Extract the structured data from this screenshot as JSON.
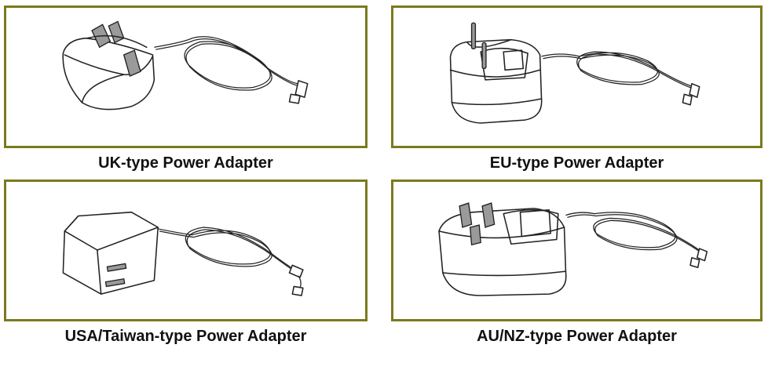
{
  "panels": [
    {
      "id": "uk",
      "caption": "UK-type Power Adapter",
      "icon": "uk-plug-adapter-icon"
    },
    {
      "id": "eu",
      "caption": "EU-type Power Adapter",
      "icon": "eu-plug-adapter-icon"
    },
    {
      "id": "us",
      "caption": "USA/Taiwan-type Power Adapter",
      "icon": "us-plug-adapter-icon"
    },
    {
      "id": "au",
      "caption": "AU/NZ-type Power Adapter",
      "icon": "au-plug-adapter-icon"
    }
  ],
  "colors": {
    "border": "#7a7a1e",
    "text": "#111111",
    "line": "#222222"
  }
}
